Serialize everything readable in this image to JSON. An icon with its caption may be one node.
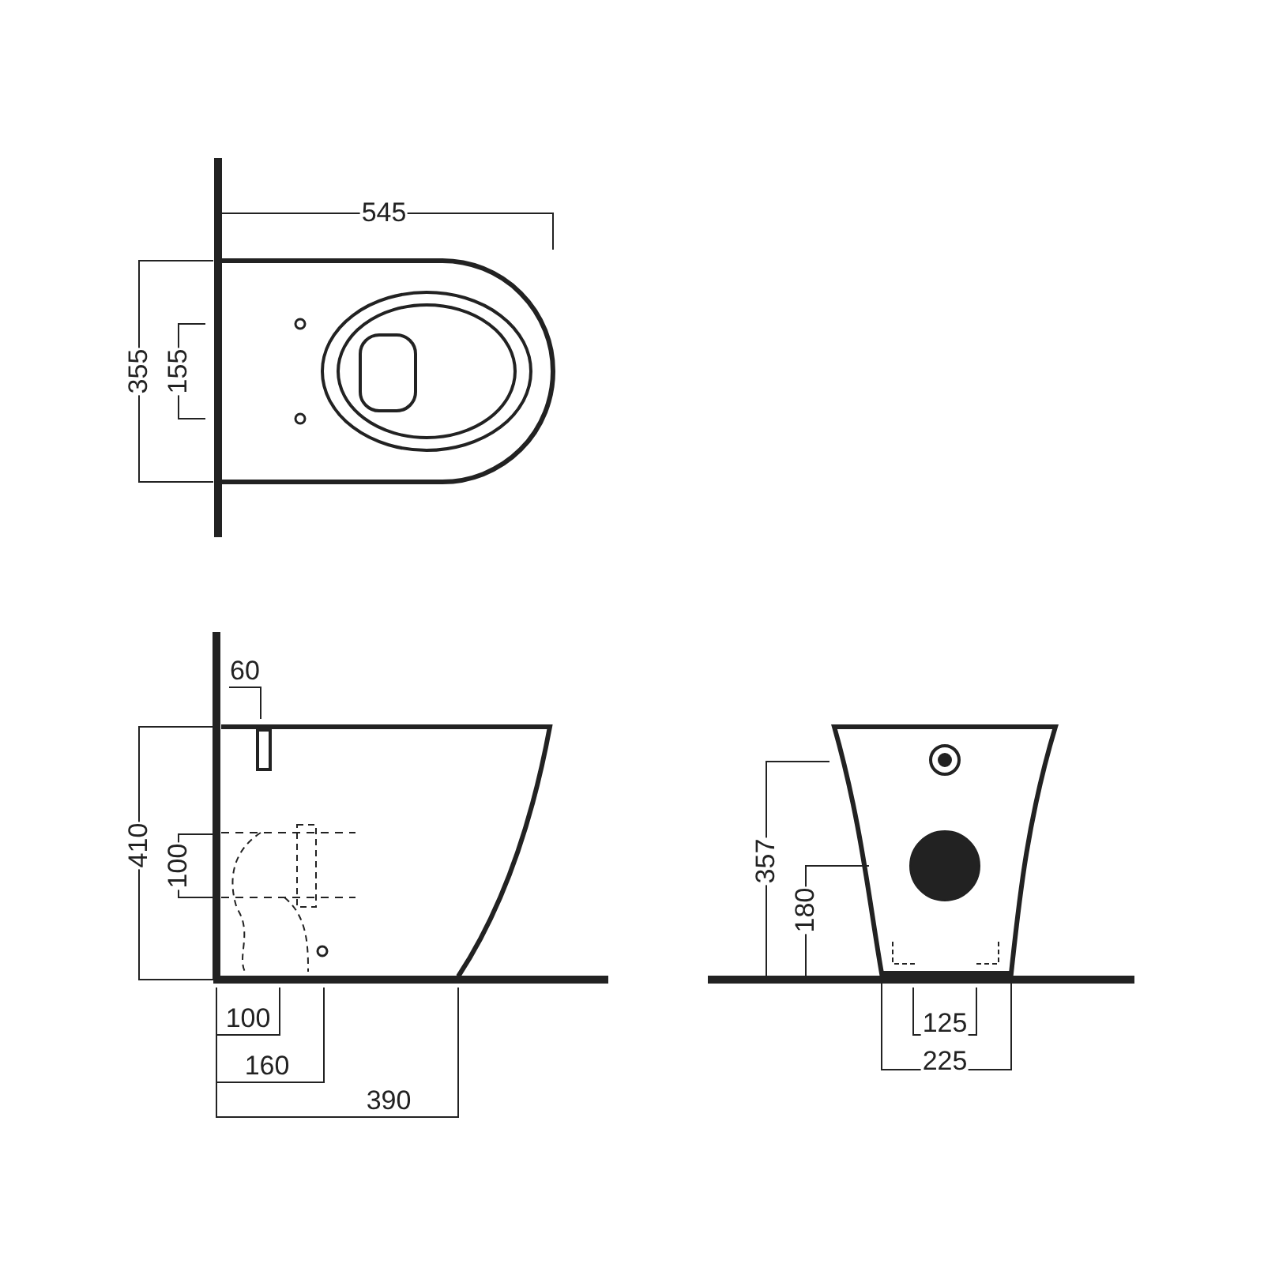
{
  "diagram": {
    "labels": [
      "545",
      "355",
      "155",
      "60",
      "410",
      "100",
      "357",
      "180",
      "100",
      "125",
      "160",
      "225",
      "390"
    ]
  }
}
